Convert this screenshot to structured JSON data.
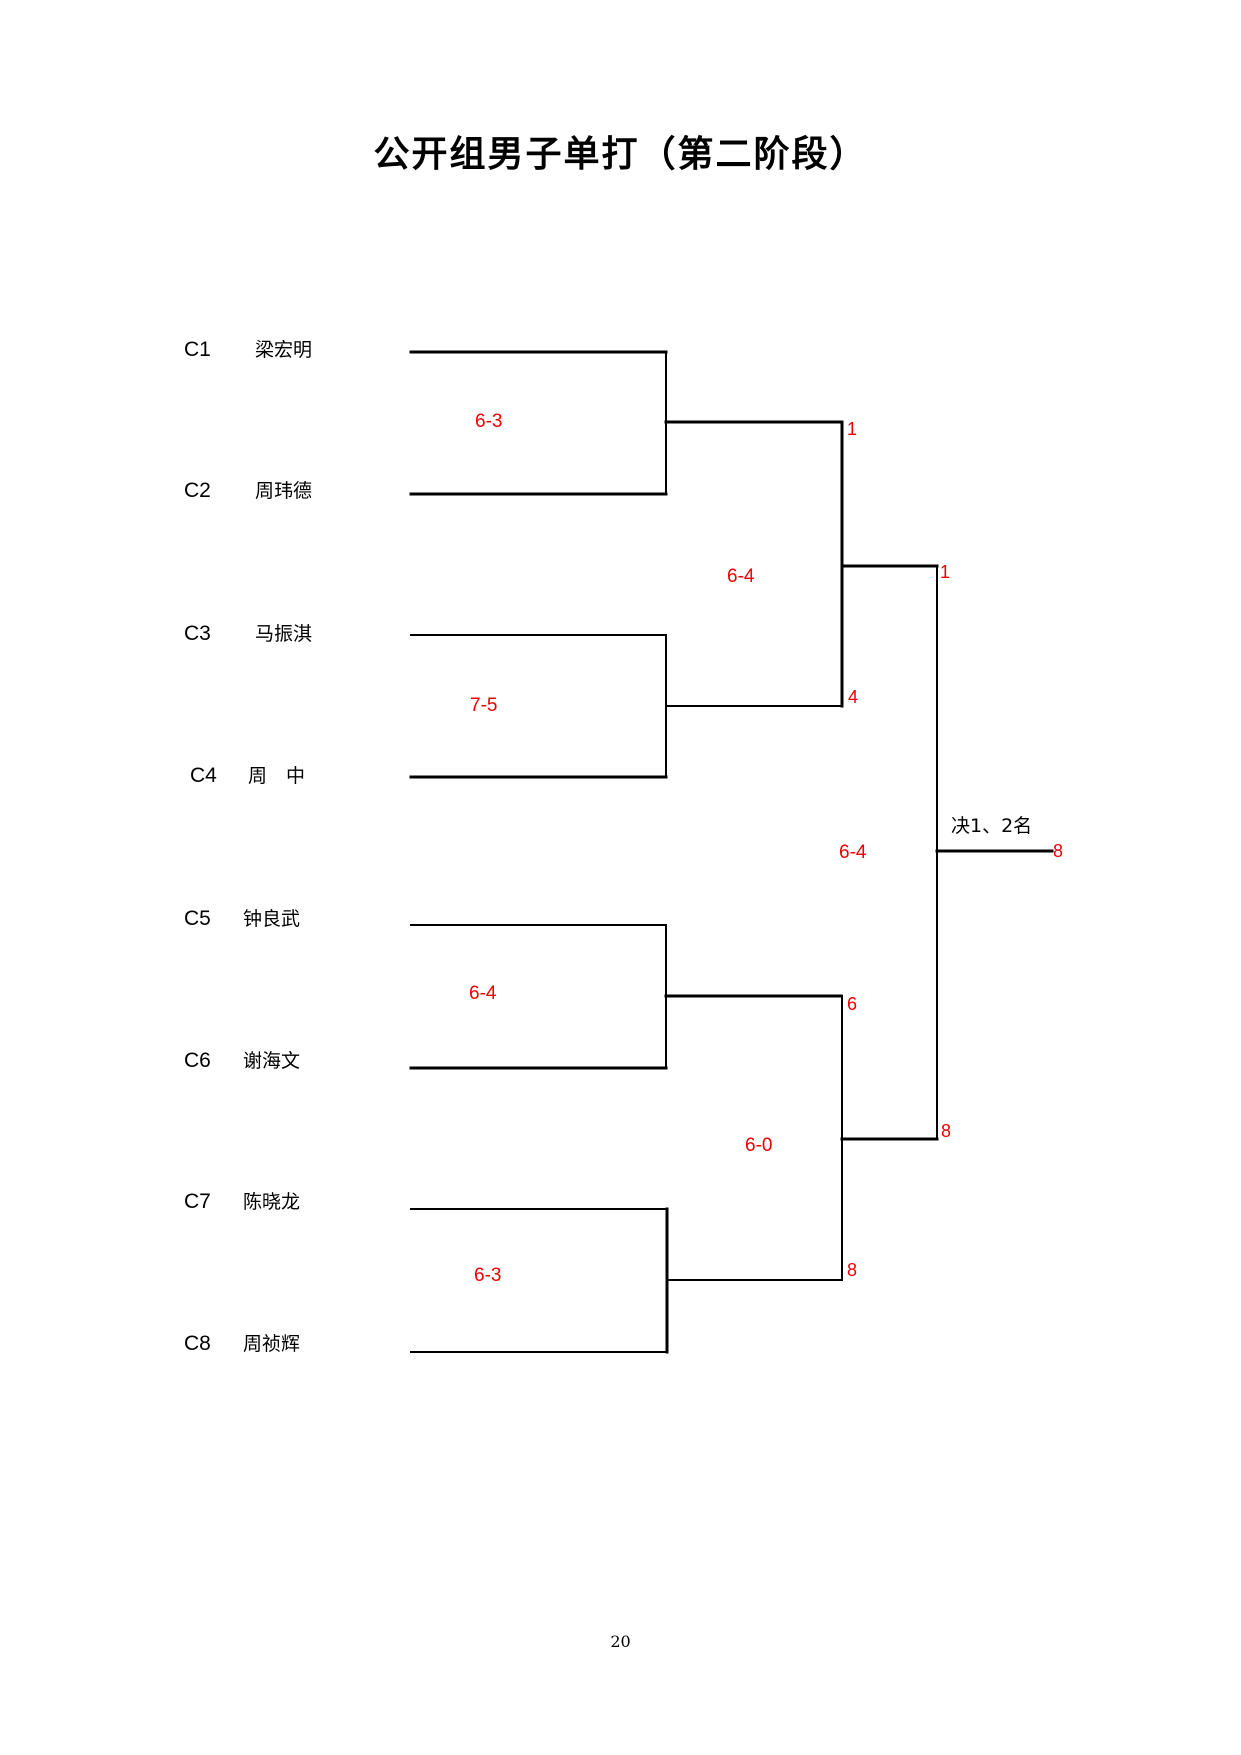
{
  "title": "公开组男子单打（第二阶段）",
  "page_number": "20",
  "players": [
    {
      "seed": "C1",
      "name": "梁宏明"
    },
    {
      "seed": "C2",
      "name": "周玮德"
    },
    {
      "seed": "C3",
      "name": "马振淇"
    },
    {
      "seed": "C4",
      "name": "周　中"
    },
    {
      "seed": "C5",
      "name": "钟良武"
    },
    {
      "seed": "C6",
      "name": "谢海文"
    },
    {
      "seed": "C7",
      "name": "陈晓龙"
    },
    {
      "seed": "C8",
      "name": "周祯辉"
    }
  ],
  "round1_scores": [
    "6-3",
    "7-5",
    "6-4",
    "6-3"
  ],
  "round1_winners": [
    "1",
    "4",
    "6",
    "8"
  ],
  "semifinal_scores": [
    "6-4",
    "6-0"
  ],
  "semifinal_winners": [
    "1",
    "8"
  ],
  "final_score": "6-4",
  "final_label": "决1、2名",
  "champion": "8",
  "colors": {
    "score": "#ee0000",
    "line": "#000000"
  }
}
